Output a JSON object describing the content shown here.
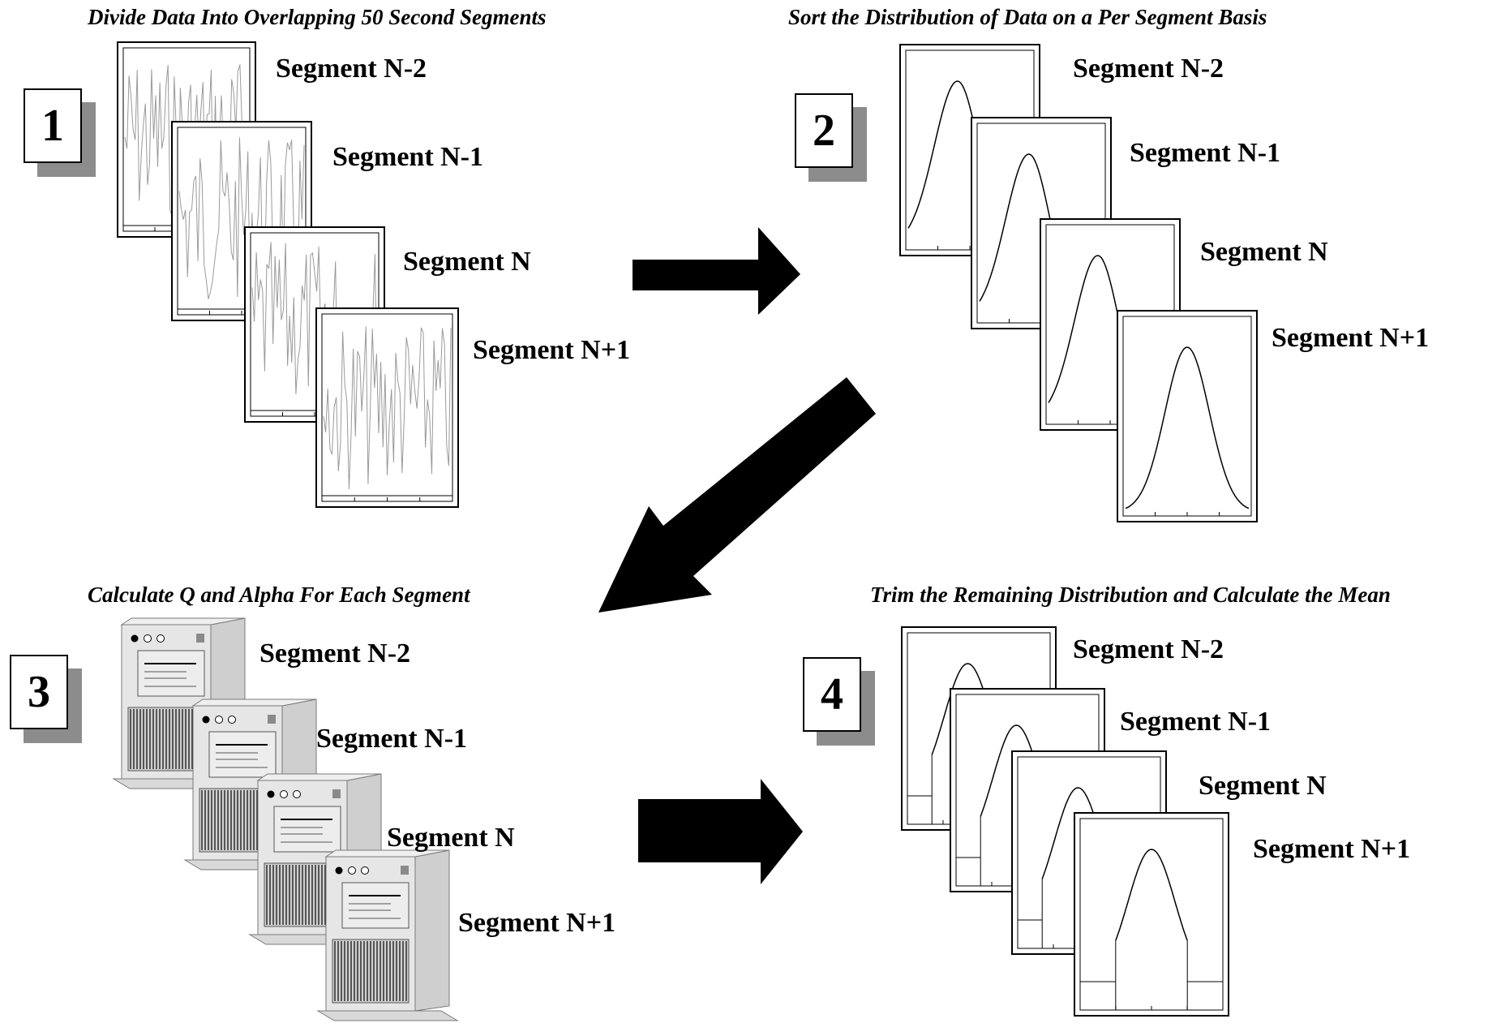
{
  "steps": [
    {
      "number": "1",
      "title": "Divide Data Into Overlapping 50 Second Segments",
      "segments": [
        "Segment N-2",
        "Segment N-1",
        "Segment N",
        "Segment N+1"
      ]
    },
    {
      "number": "2",
      "title": "Sort the Distribution of Data on a Per Segment Basis",
      "segments": [
        "Segment N-2",
        "Segment N-1",
        "Segment N",
        "Segment N+1"
      ]
    },
    {
      "number": "3",
      "title": "Calculate Q and Alpha For Each Segment",
      "segments": [
        "Segment N-2",
        "Segment N-1",
        "Segment N",
        "Segment N+1"
      ]
    },
    {
      "number": "4",
      "title": "Trim the Remaining Distribution and Calculate the Mean",
      "segments": [
        "Segment N-2",
        "Segment N-1",
        "Segment N",
        "Segment N+1"
      ]
    }
  ],
  "icons": {
    "step1_panels": "noise-signal-plot-icon",
    "step2_panels": "bell-curve-distribution-icon",
    "step3_panels": "desktop-computer-tower-icon",
    "step4_panels": "trimmed-distribution-icon",
    "arrows": "arrow-icon"
  },
  "colors": {
    "ink": "#000000",
    "badge_shadow": "#8c8c8c",
    "computer_body": "#e6e6e6"
  }
}
